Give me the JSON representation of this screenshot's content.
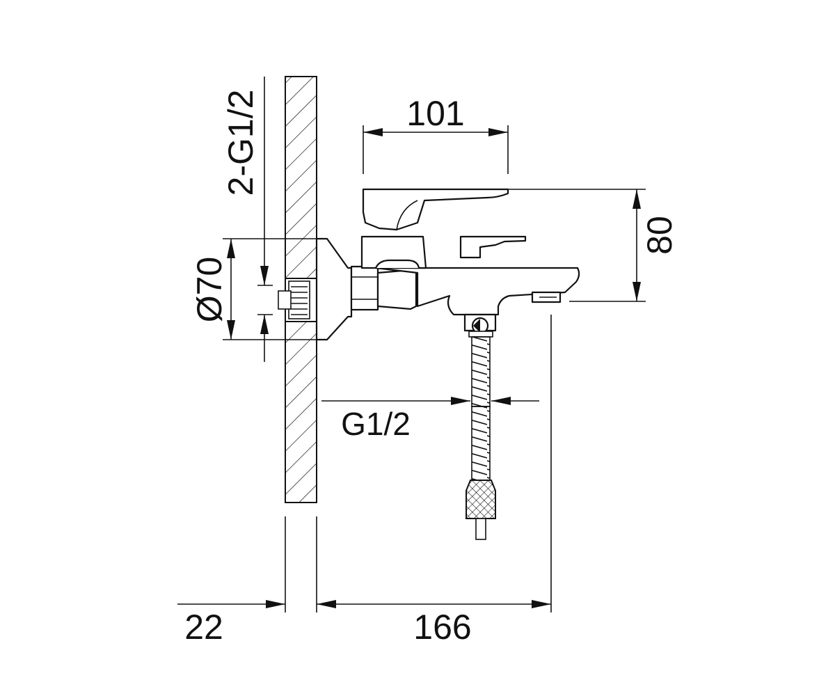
{
  "dimensions": {
    "top_width": "101",
    "height": "80",
    "thread_connections": "2-G1/2",
    "flange_diameter": "Ø70",
    "hose_thread": "G1/2",
    "wall_thickness": "22",
    "projection": "166"
  },
  "colors": {
    "line": "#111111",
    "background": "#ffffff"
  }
}
